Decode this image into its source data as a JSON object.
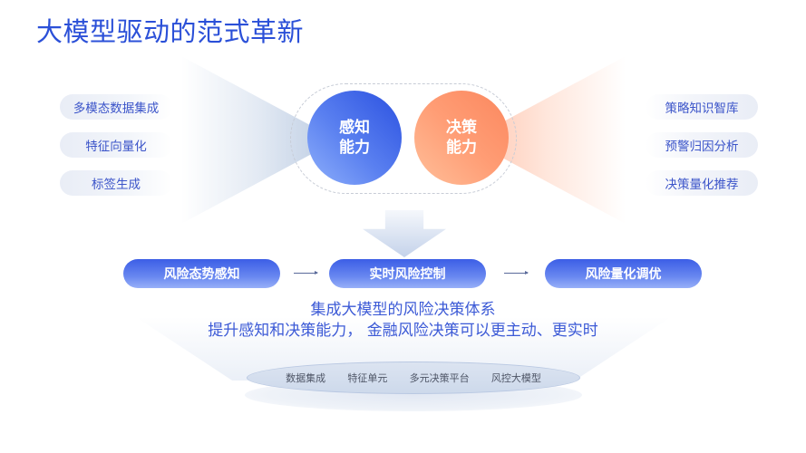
{
  "title": "大模型驱动的范式革新",
  "left_pills": [
    "多模态数据集成",
    "特征向量化",
    "标签生成"
  ],
  "right_pills": [
    "策略知识智库",
    "预警归因分析",
    "决策量化推荐"
  ],
  "circles": {
    "perception": {
      "line1": "感知",
      "line2": "能力",
      "color": "#4a6ff0"
    },
    "decision": {
      "line1": "决策",
      "line2": "能力",
      "color": "#ff9a70"
    }
  },
  "flow": [
    "风险态势感知",
    "实时风险控制",
    "风险量化调优"
  ],
  "summary": {
    "line1": "集成大模型的风险决策体系",
    "line2": "提升感知和决策能力， 金融风险决策可以更主动、更实时"
  },
  "platform": [
    "数据集成",
    "特征单元",
    "多元决策平台",
    "风控大模型"
  ],
  "colors": {
    "accent_blue": "#2b50d8",
    "accent_orange": "#ff9a70"
  }
}
